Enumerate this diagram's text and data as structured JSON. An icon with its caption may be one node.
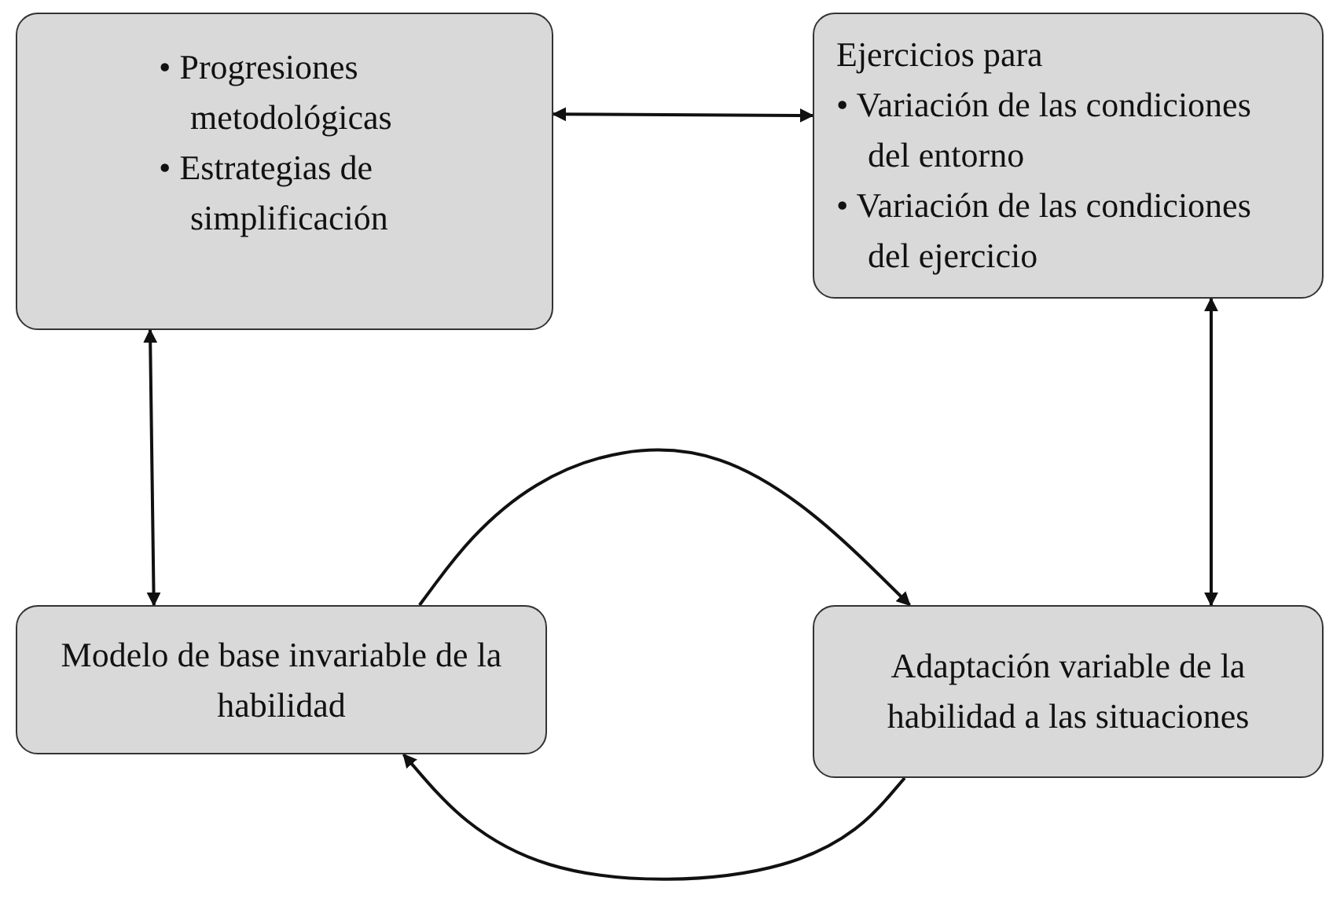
{
  "diagram": {
    "nodes": [
      {
        "text": [
          "• Progresiones metodológicas",
          "• Estrategias de simplificación"
        ]
      },
      {
        "text": [
          "Ejercicios para",
          "• Variación de las condiciones del entorno",
          "• Variación de las condiciones del ejercicio"
        ]
      },
      {
        "text": [
          "Modelo de base invariable de la habilidad"
        ]
      },
      {
        "text": [
          "Adaptación variable de la habilidad a las situaciones"
        ]
      }
    ],
    "edges": [
      {
        "from": 0,
        "to": 1,
        "arrow": "both"
      },
      {
        "from": 0,
        "to": 2,
        "arrow": "both"
      },
      {
        "from": 1,
        "to": 3,
        "arrow": "both"
      },
      {
        "from": 2,
        "to": 3,
        "arrow": "to"
      },
      {
        "from": 3,
        "to": 2,
        "arrow": "to"
      }
    ]
  }
}
